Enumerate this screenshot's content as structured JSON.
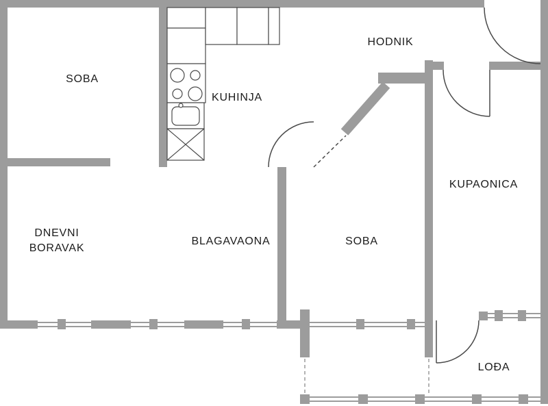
{
  "colors": {
    "wall": "#9c9c9c",
    "line": "#4a4a4a",
    "background": "#ffffff",
    "text": "#1b1b1b"
  },
  "floorplan": {
    "rooms": [
      {
        "id": "soba-1",
        "label": "SOBA"
      },
      {
        "id": "kuhinja",
        "label": "KUHINJA"
      },
      {
        "id": "hodnik",
        "label": "HODNIK"
      },
      {
        "id": "kupaonica",
        "label": "KUPAONICA"
      },
      {
        "id": "dnevni-boravak",
        "label": "DNEVNI BORAVAK",
        "label_lines": [
          "DNEVNI",
          "BORAVAK"
        ]
      },
      {
        "id": "blagavaona",
        "label": "BLAGAVAONA"
      },
      {
        "id": "soba-2",
        "label": "SOBA"
      },
      {
        "id": "lodja",
        "label": "LOĐA"
      }
    ],
    "fixture_symbols": [
      "stove-4-burners",
      "kitchen-sink",
      "washing-machine",
      "kitchen-cabinets"
    ],
    "door_symbols": [
      "entrance-door",
      "bathroom-door",
      "room-door",
      "loggia-door"
    ],
    "window_count": 7
  }
}
